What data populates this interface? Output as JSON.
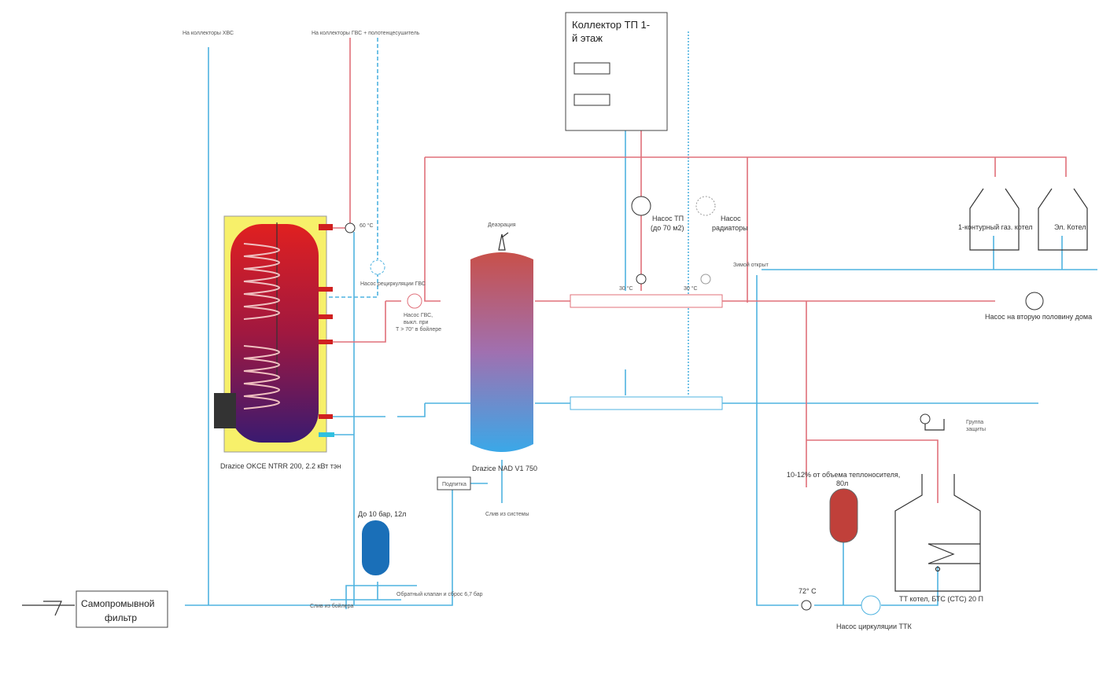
{
  "labels": {
    "cold_water": "На коллекторы ХВС",
    "hot_water": "На коллекторы ГВС + полотенцесушитель",
    "collector_title": "Коллектор ТП 1-",
    "collector_title2": "й этаж",
    "temp_60": "60 °C",
    "recirc_pump": "Насос рециркуляции ГВС",
    "dhw_pump1": "Насос ГВС,",
    "dhw_pump2": "выкл. при",
    "dhw_pump3": "Т > 70° в бойлере",
    "deaeration": "Деаэрация",
    "ufh_pump1": "Насос ТП",
    "ufh_pump2": "(до 70 м2)",
    "rad_pump1": "Насос",
    "rad_pump2": "радиаторы",
    "temp_30a": "30 °C",
    "temp_30b": "30 °C",
    "winter_open": "Зимой открыт",
    "gas_boiler": "1-контурный газ. котел",
    "el_boiler": "Эл. Котел",
    "second_half_pump": "Насос на вторую половину дома",
    "boiler_name": "Drazice OKCE NTRR 200, 2.2 кВт тэн",
    "buffer_name": "Drazice NAD V1 750",
    "makeup": "Подпитка",
    "system_drain": "Слив из системы",
    "exp_tank_small": "До 10 бар, 12л",
    "check_valve": "Обратный клапан и сброс 6,7 бар",
    "boiler_drain": "Слив из бойлера",
    "filter1": "Самопромывной",
    "filter2": "фильтр",
    "safety_group1": "Группа",
    "safety_group2": "защиты",
    "exp_tank_big1": "10-12% от объема теплоносителя,",
    "exp_tank_big2": "80л",
    "temp_72": "72° C",
    "solid_boiler": "ТТ котел, БТС (СТС) 20 П",
    "ttk_pump": "Насос циркуляции ТТК"
  },
  "colors": {
    "cold": "#4fb3e0",
    "hot": "#e0707a",
    "tank_yellow": "#f7f06a",
    "exp_red": "#c0403a",
    "exp_blue": "#1a6fb8"
  }
}
